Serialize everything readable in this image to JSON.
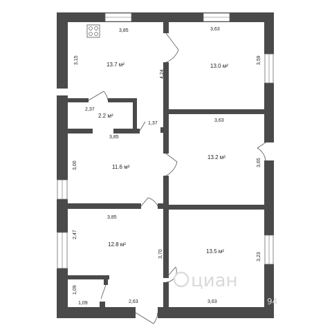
{
  "watermark": "циан",
  "watermark_small": "94",
  "rooms": [
    {
      "id": "kitchen",
      "area": "13.7 м²",
      "dims": [
        "3,85",
        "3,15"
      ]
    },
    {
      "id": "bath",
      "area": "2.2 м²",
      "dims": [
        "2,37",
        "3,85"
      ]
    },
    {
      "id": "room-ne",
      "area": "13.0 м²",
      "dims": [
        "3,63",
        "3,59"
      ]
    },
    {
      "id": "hall",
      "area": "11.6 м²",
      "dims": [
        "3,00",
        "3,85"
      ]
    },
    {
      "id": "room-e",
      "area": "13.2 м²",
      "dims": [
        "3,63",
        "3,65"
      ]
    },
    {
      "id": "room-sw",
      "area": "12.8 м²",
      "dims": [
        "2,47",
        "2,63"
      ]
    },
    {
      "id": "room-se",
      "area": "13.5 м²",
      "dims": [
        "3,63",
        "3,23"
      ]
    }
  ],
  "labels": {
    "d_424": "4,24",
    "d_137": "1,37",
    "d_370": "3,70",
    "d_109a": "1,09",
    "d_109b": "1,09"
  },
  "icons": [
    "stove-icon"
  ]
}
